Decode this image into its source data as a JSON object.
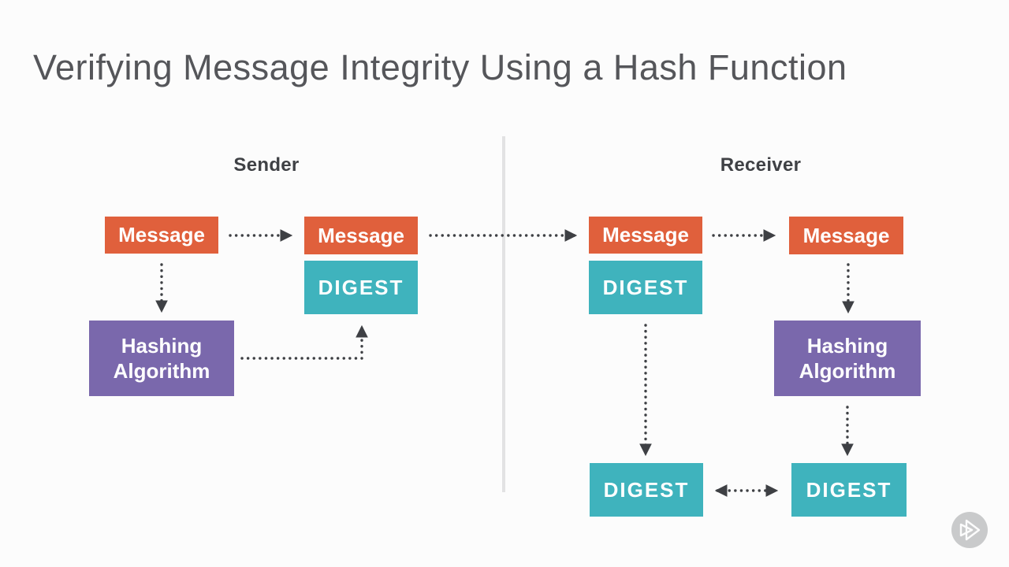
{
  "title": "Verifying Message Integrity Using a Hash Function",
  "colors": {
    "background": "#FCFCFC",
    "orange": "#E0603C",
    "teal": "#3FB3BD",
    "purple": "#7A68AC",
    "arrow": "#3E4044",
    "divider": "#E2E2E3",
    "title_text": "#55565A",
    "section_label": "#3F4145",
    "logo_circle": "#C9CACB",
    "box_text": "#FFFFFF"
  },
  "sections": {
    "sender": {
      "label": "Sender",
      "nodes": {
        "message1": "Message",
        "message2": "Message",
        "digest": "DIGEST",
        "hashing_line1": "Hashing",
        "hashing_line2": "Algorithm"
      }
    },
    "receiver": {
      "label": "Receiver",
      "nodes": {
        "message1": "Message",
        "digest1": "DIGEST",
        "message2": "Message",
        "hashing_line1": "Hashing",
        "hashing_line2": "Algorithm",
        "digest_bottom_left": "DIGEST",
        "digest_bottom_right": "DIGEST"
      }
    }
  },
  "logo": {
    "icon": "pluralsight-play-logo"
  }
}
